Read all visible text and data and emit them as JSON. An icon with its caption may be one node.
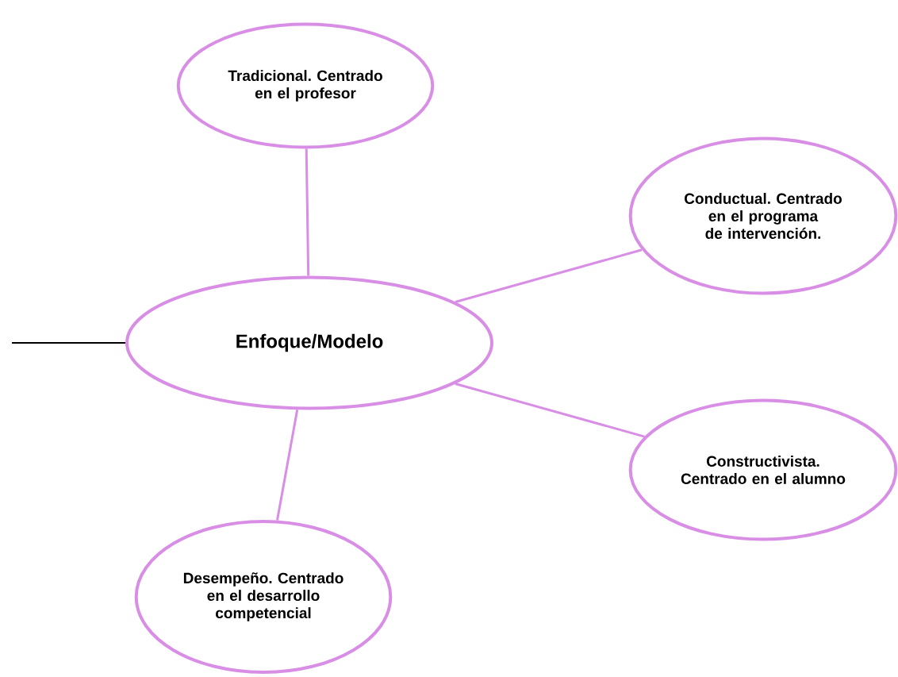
{
  "diagram": {
    "nodes": [
      {
        "text": [
          "Enfoque/Modelo"
        ]
      },
      {
        "text": [
          "Tradicional. Centrado en el profesor"
        ]
      },
      {
        "text": [
          "Conductual. Centrado en el programa de intervención."
        ]
      },
      {
        "text": [
          "Constructivista. Centrado en el alumno"
        ]
      },
      {
        "text": [
          "Desempeño. Centrado en el desarrollo competencial"
        ]
      }
    ],
    "edges": [
      {
        "from": 0,
        "to": 1,
        "arrow": "none"
      },
      {
        "from": 0,
        "to": 2,
        "arrow": "none"
      },
      {
        "from": 0,
        "to": 3,
        "arrow": "none"
      },
      {
        "from": 0,
        "to": 4,
        "arrow": "none"
      },
      {
        "from": null,
        "to": 0,
        "arrow": "none",
        "color": "#000000"
      }
    ]
  }
}
